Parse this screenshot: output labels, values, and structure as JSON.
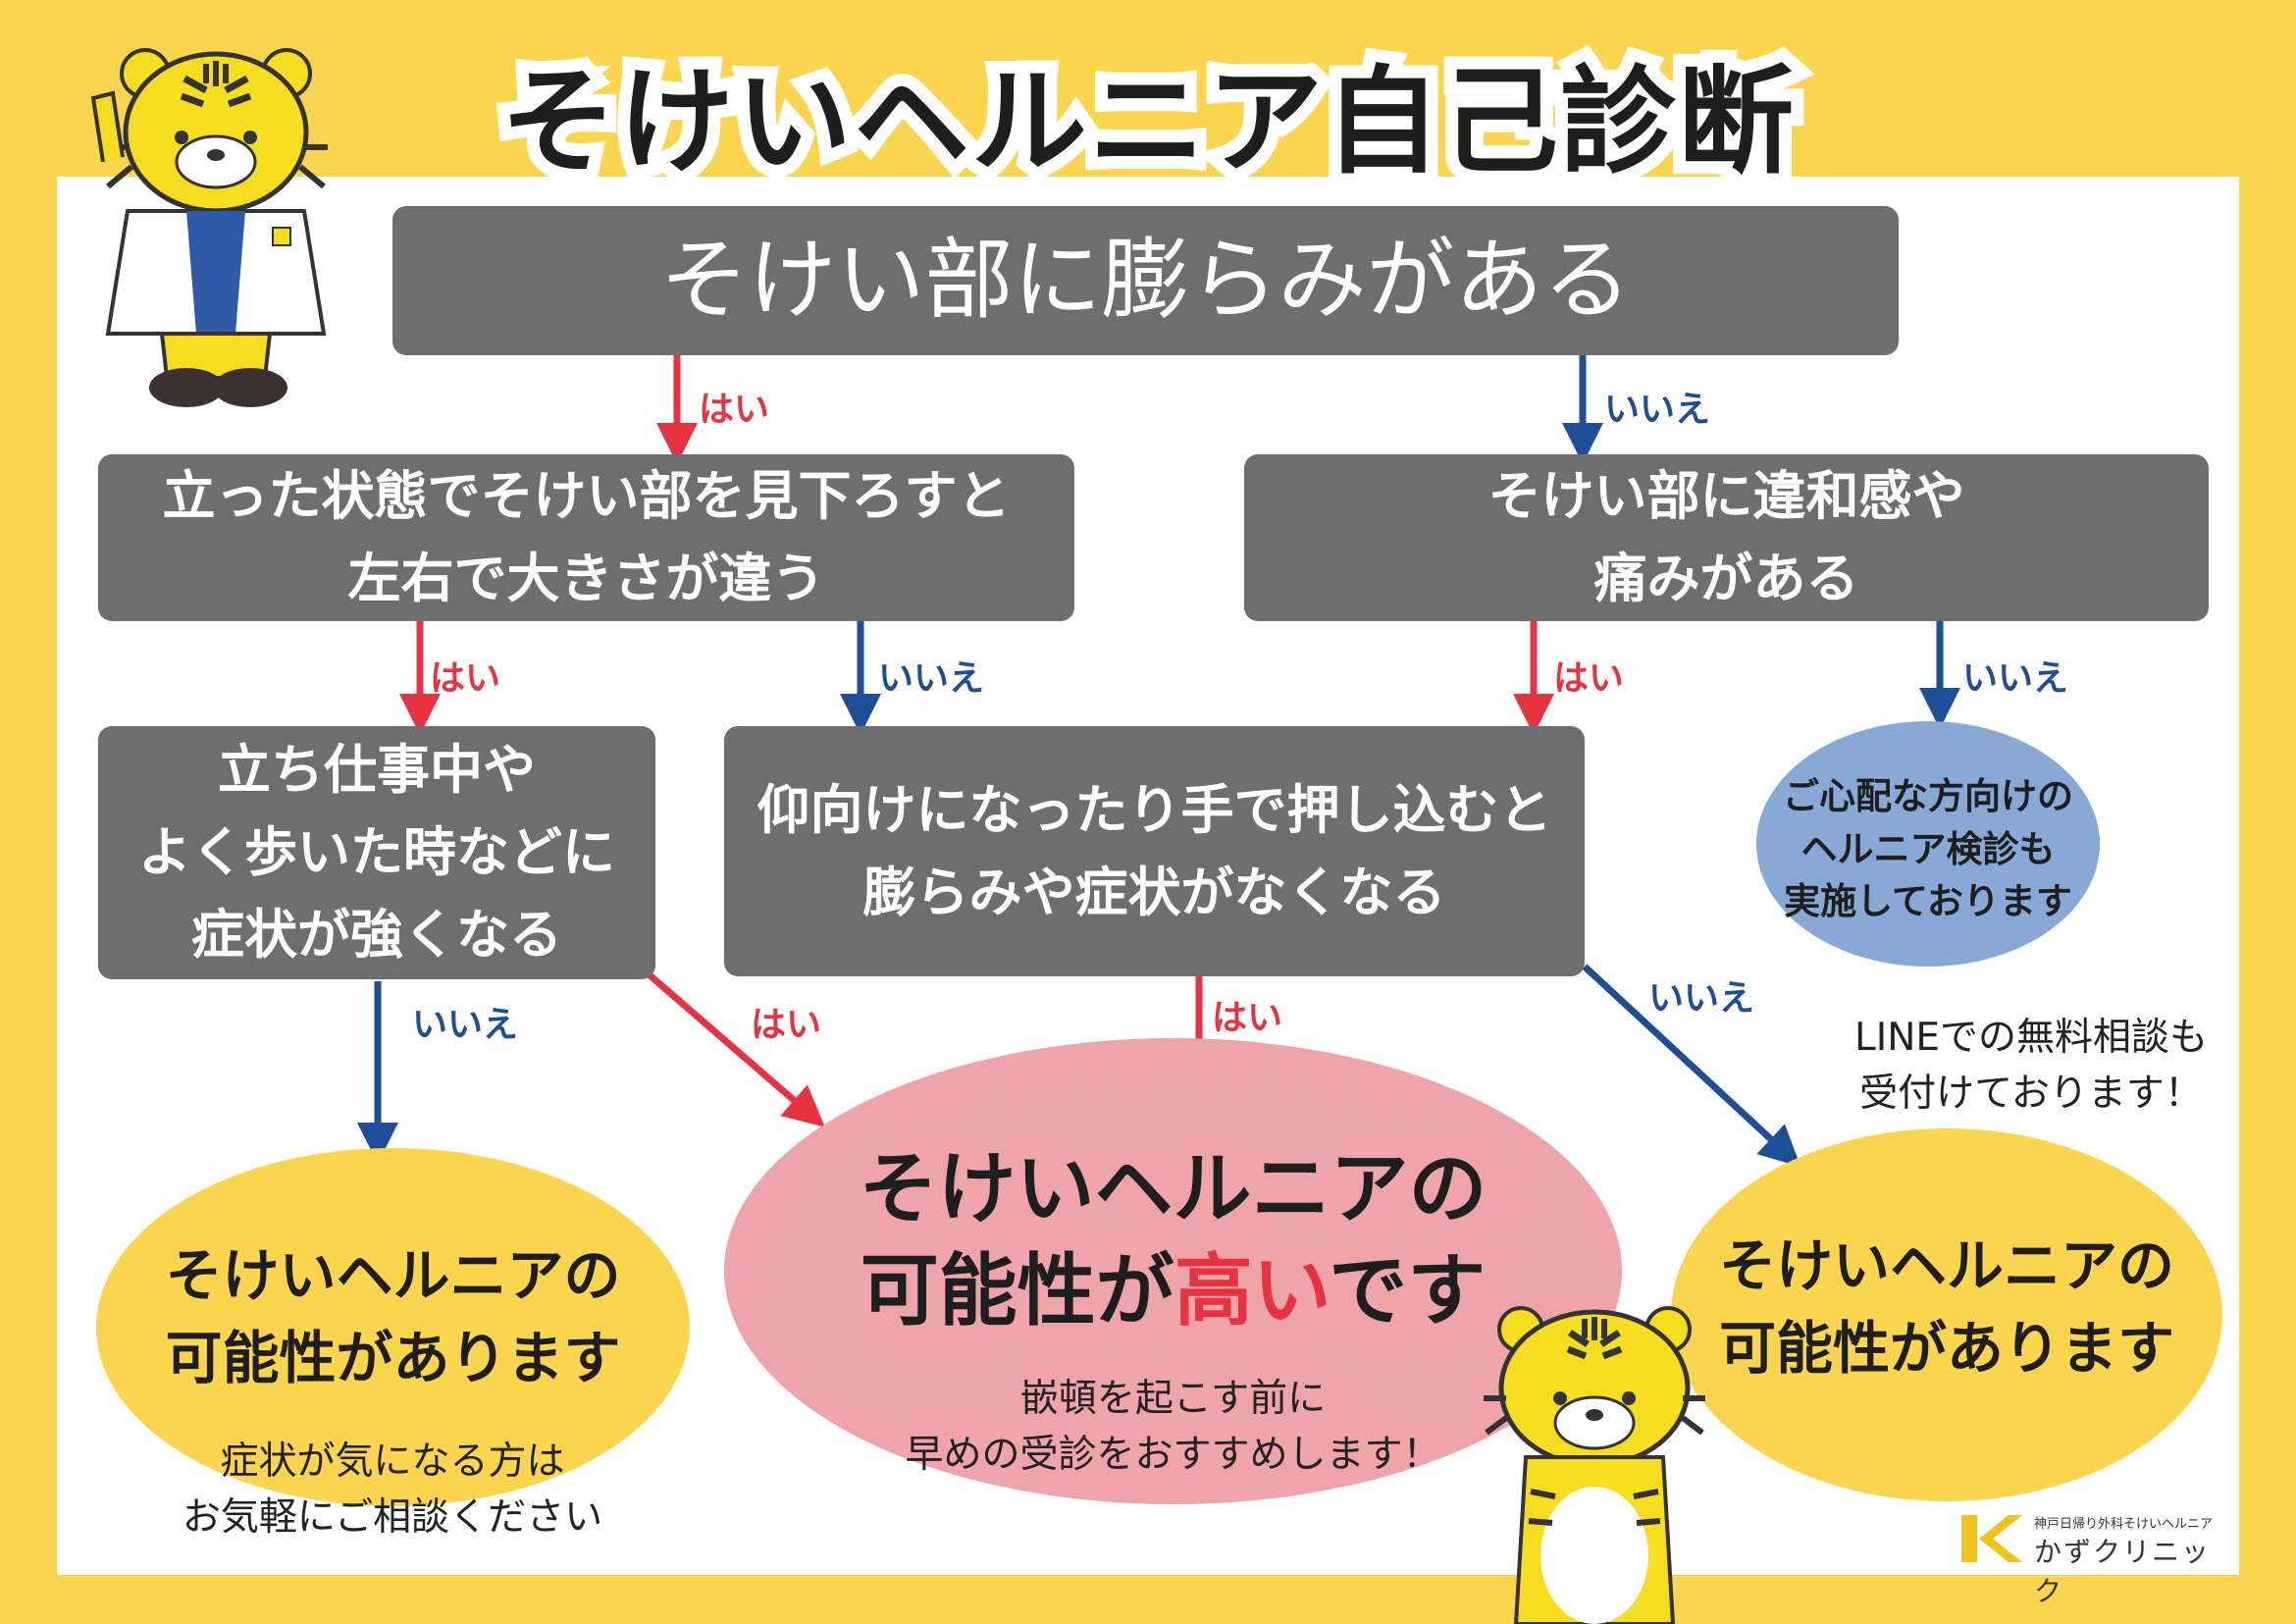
{
  "title": "そけいヘルニア自己診断",
  "colors": {
    "background": "#fbd54f",
    "box": "#6e6e6e",
    "yes_arrow": "#e5343f",
    "no_arrow": "#1e4e98",
    "result_yellow": "#fbd54f",
    "result_pink": "#eea4a8",
    "result_blue": "#88a8d6"
  },
  "answers": {
    "yes": "はい",
    "no": "いいえ"
  },
  "q1": {
    "text": "そけい部に膨らみがある"
  },
  "q2": {
    "line1": "立った状態でそけい部を見下ろすと",
    "line2": "左右で大きさが違う"
  },
  "q3": {
    "line1": "そけい部に違和感や",
    "line2": "痛みがある"
  },
  "q4": {
    "line1": "立ち仕事中や",
    "line2": "よく歩いた時などに",
    "line3": "症状が強くなる"
  },
  "q5": {
    "line1": "仰向けになったり手で押し込むと",
    "line2": "膨らみや症状がなくなる"
  },
  "result_left": {
    "line1": "そけいヘルニアの",
    "line2": "可能性があります",
    "note1": "症状が気になる方は",
    "note2": "お気軽にご相談ください"
  },
  "result_center": {
    "line1": "そけいヘルニアの",
    "line2_a": "可能性が",
    "line2_b": "高い",
    "line2_c": "です",
    "note1": "嵌頓を起こす前に",
    "note2": "早めの受診をおすすめします！"
  },
  "result_right": {
    "line1": "そけいヘルニアの",
    "line2": "可能性があります"
  },
  "result_blue": {
    "line1": "ご心配な方向けの",
    "line2": "ヘルニア検診も",
    "line3": "実施しております",
    "note1": "LINEでの無料相談も",
    "note2": "受付けております！"
  },
  "logo": {
    "mark": "K",
    "subtitle": "神戸日帰り外科そけいヘルニア",
    "name": "かずクリニック"
  },
  "icons": [
    "tiger-doctor-mascot",
    "tiger-mascot",
    "clinic-logo-icon"
  ]
}
